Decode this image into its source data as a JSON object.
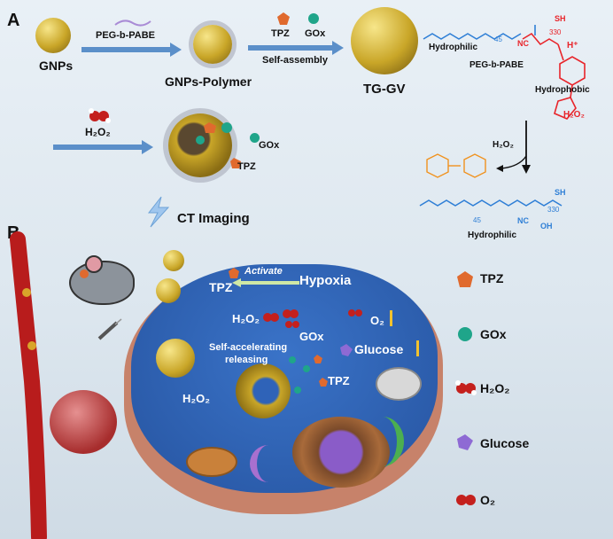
{
  "panel_a": {
    "letter": "A",
    "gnps": "GNPs",
    "peg_arrow": "PEG-b-PABE",
    "gnps_polymer": "GNPs-Polymer",
    "tpz": "TPZ",
    "gox": "GOx",
    "self_assembly": "Self-assembly",
    "tg_gv": "TG-GV",
    "h2o2": "H₂O₂",
    "ct_imaging": "CT Imaging",
    "gox_label": "GOx",
    "tpz_label": "TPZ",
    "chem": {
      "hydrophilic_top": "Hydrophilic",
      "peg_b_pabe": "PEG-b-PABE",
      "hydrophobic": "Hydrophobic",
      "h_plus": "H⁺",
      "h2o2_side": "H₂O₂",
      "h2o2_arrow": "H₂O₂",
      "hydrophilic_bottom": "Hydrophilic",
      "n_45": "45",
      "n_330": "330",
      "sh": "SH",
      "nc": "NC",
      "oh": "OH"
    }
  },
  "panel_b": {
    "letter": "B",
    "activate": "Activate",
    "tpz": "TPZ",
    "hypoxia": "Hypoxia",
    "h2o2": "H₂O₂",
    "o2": "O₂",
    "gox": "GOx",
    "glucose": "Glucose",
    "self_accel_1": "Self-accelerating",
    "self_accel_2": "releasing",
    "tpz_2": "TPZ",
    "h2o2_2": "H₂O₂"
  },
  "legend": {
    "tpz": "TPZ",
    "gox": "GOx",
    "h2o2": "H₂O₂",
    "glucose": "Glucose",
    "o2": "O₂"
  },
  "colors": {
    "gold": "#c9a628",
    "arrow_blue": "#5b8fc9",
    "chem_blue": "#2f7fd6",
    "chem_red": "#e8242a",
    "cell_blue": "#2f63b8",
    "tpz_orange": "#e06a2e",
    "gox_teal": "#1fa58a"
  }
}
